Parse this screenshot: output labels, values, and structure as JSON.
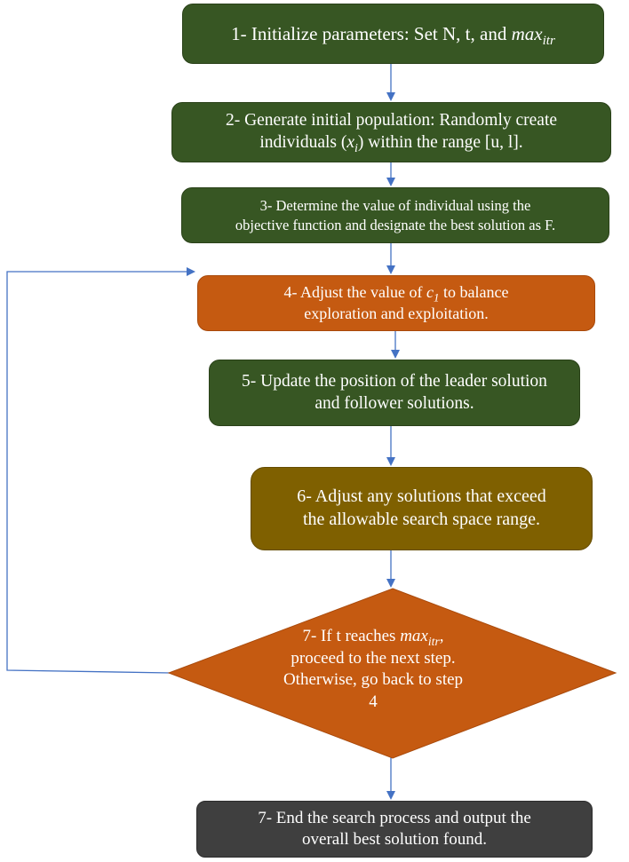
{
  "steps": {
    "s1": {
      "text": "1- Initialize parameters: Set N, t, and ",
      "math_base": "max",
      "math_sub": "itr"
    },
    "s2": {
      "line1": "2- Generate initial population: Randomly create",
      "line2_pre": "individuals (",
      "math_base": "x",
      "math_sub": "i",
      "line2_post": ") within the range [u, l]."
    },
    "s3": {
      "line1": "3- Determine the value of individual using the",
      "line2": "objective function and designate the best solution as F."
    },
    "s4": {
      "line1_pre": "4- Adjust the value of ",
      "math_base": "c",
      "math_sub": "1",
      "line1_post": " to balance",
      "line2": "exploration and exploitation."
    },
    "s5": {
      "line1": "5- Update the position of the leader solution",
      "line2": "and follower solutions."
    },
    "s6": {
      "line1": "6- Adjust any solutions that exceed",
      "line2": "the allowable search space range."
    },
    "s7": {
      "line1_pre": "7- If t reaches ",
      "math_base": "max",
      "math_sub": "itr",
      "line1_post": ",",
      "line2": "proceed to the next step.",
      "line3": "Otherwise, go back to step",
      "line4": "4"
    },
    "s8": {
      "line1": "7- End the search process and output the",
      "line2": "overall best solution found."
    }
  },
  "colors": {
    "green": "#375623",
    "orange": "#c55a11",
    "olive": "#7f6000",
    "dark": "#3f3f3f",
    "arrow": "#4472c4"
  }
}
